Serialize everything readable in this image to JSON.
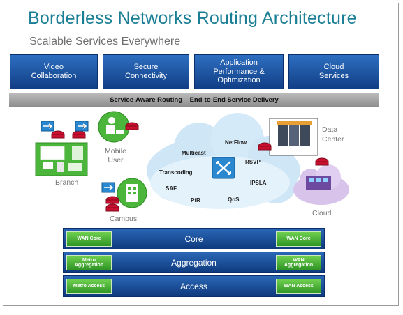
{
  "title": "Borderless Networks Routing Architecture",
  "subtitle": "Scalable Services Everywhere",
  "services": [
    {
      "label": "Video\nCollaboration"
    },
    {
      "label": "Secure\nConnectivity"
    },
    {
      "label": "Application\nPerformance &\nOptimization"
    },
    {
      "label": "Cloud\nServices"
    }
  ],
  "service_bar": "Service-Aware Routing – End-to-End Service Delivery",
  "sites": {
    "branch": "Branch",
    "mobile_user": "Mobile\nUser",
    "campus": "Campus",
    "data_center": "Data\nCenter",
    "cloud": "Cloud"
  },
  "cloud_features": [
    "Multicast",
    "NetFlow",
    "RSVP",
    "Transcoding",
    "IPSLA",
    "SAF",
    "PfR",
    "QoS"
  ],
  "layers": [
    {
      "name": "Core",
      "left": "WAN Core",
      "right": "WAN Core"
    },
    {
      "name": "Aggregation",
      "left": "Metro\nAggregation",
      "right": "WAN\nAggregation"
    },
    {
      "name": "Access",
      "left": "Metro Access",
      "right": "WAN Access"
    }
  ],
  "colors": {
    "title": "#1a7f95",
    "service_blue": "#1e5aa8",
    "green": "#3fae2a",
    "router_red": "#c8102e"
  }
}
